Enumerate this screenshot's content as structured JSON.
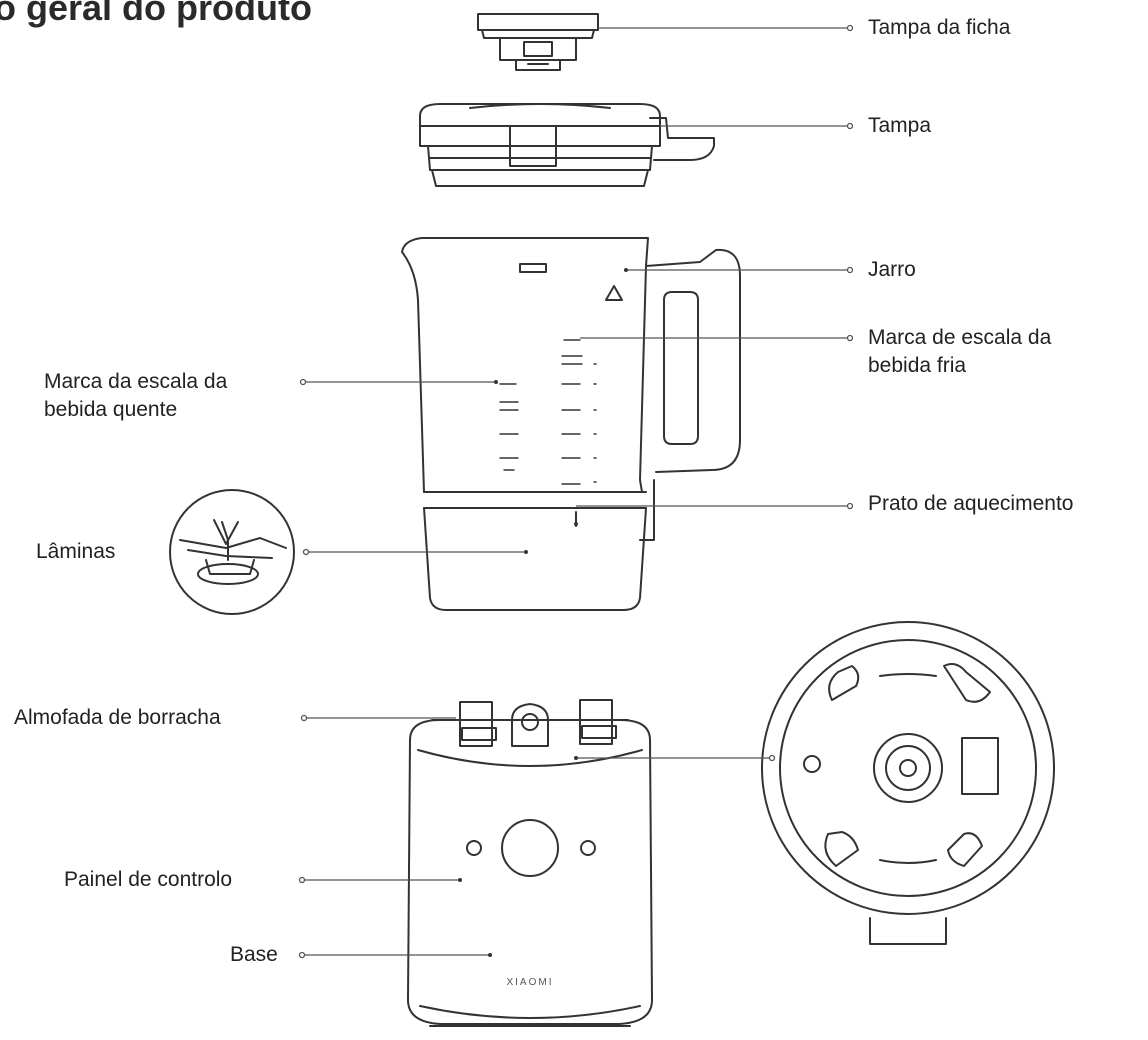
{
  "title": "o geral do produto",
  "labels": {
    "plug_cap": "Tampa da ficha",
    "lid": "Tampa",
    "jar": "Jarro",
    "cold_scale": [
      "Marca de escala da",
      "bebida fria"
    ],
    "hot_scale": [
      "Marca da escala da",
      "bebida quente"
    ],
    "heating_plate": "Prato de aquecimento",
    "blades": "Lâminas",
    "rubber_pad": "Almofada de borracha",
    "control_panel": "Painel de controlo",
    "base": "Base"
  },
  "product": {
    "brand_mark": "XIAOMI"
  }
}
